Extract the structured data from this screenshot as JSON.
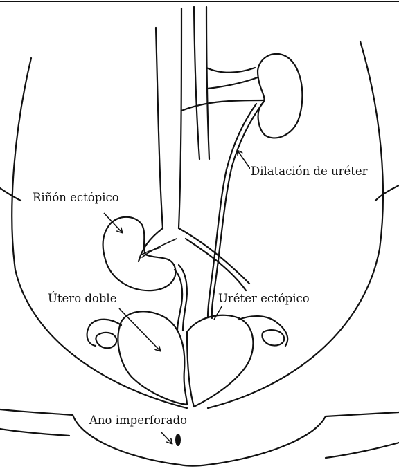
{
  "labels": {
    "dilated_ureter": "Dilatación de uréter",
    "ectopic_kidney": "Riñón ectópico",
    "double_uterus": "Útero doble",
    "ectopic_ureter": "Uréter ectópico",
    "imperforate_anus": "Ano imperforado"
  },
  "colors": {
    "ink": "#111111",
    "background": "#ffffff"
  }
}
